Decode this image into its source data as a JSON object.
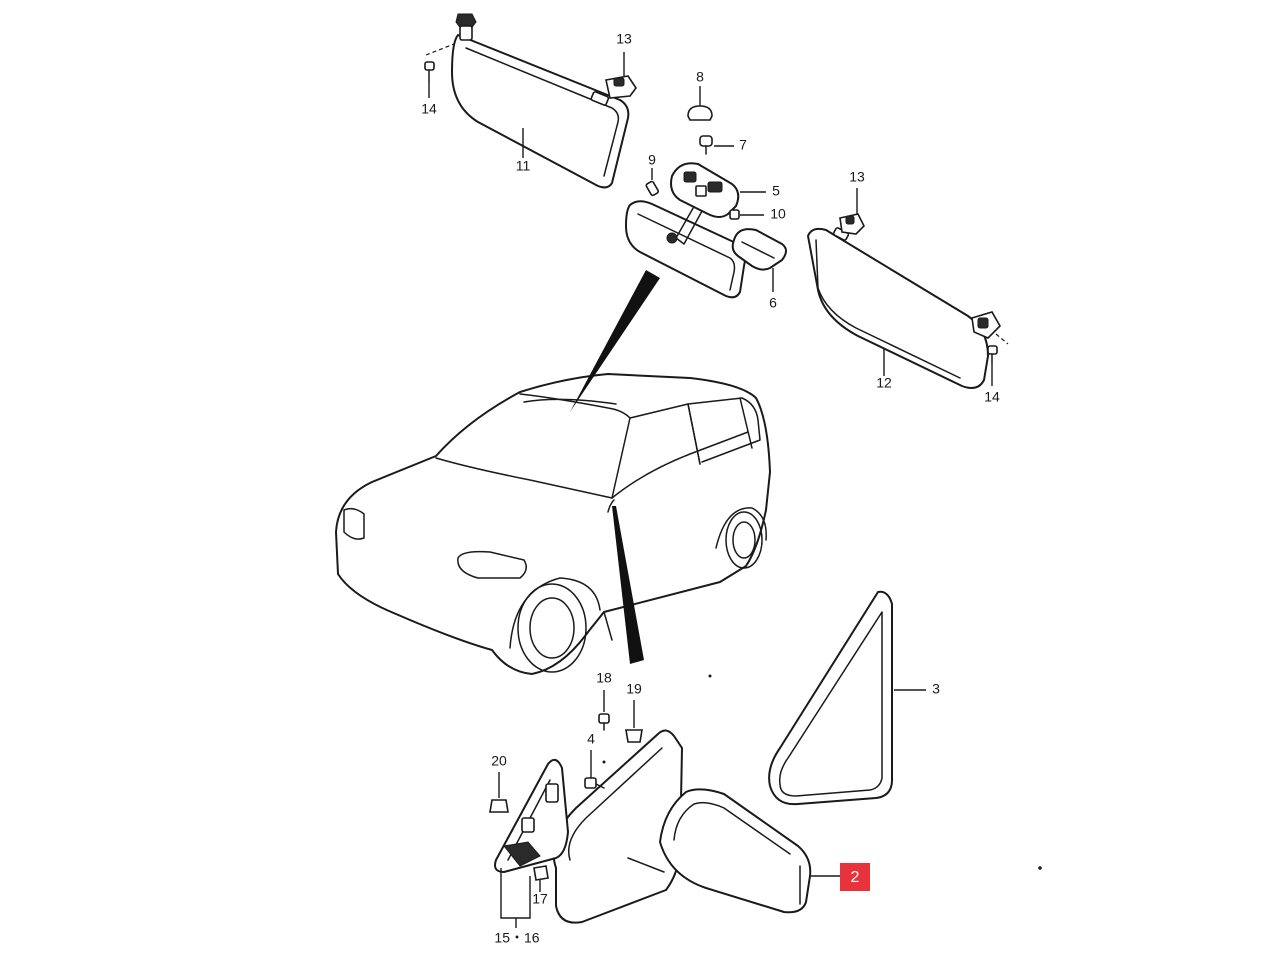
{
  "diagram": {
    "highlight_color": "#e8323c",
    "line_color": "#1a1a1a",
    "callouts": {
      "c13a": "13",
      "c8": "8",
      "c14a": "14",
      "c7": "7",
      "c9": "9",
      "c5": "5",
      "c11": "11",
      "c10": "10",
      "c13b": "13",
      "c6": "6",
      "c12": "12",
      "c14b": "14",
      "c18": "18",
      "c19": "19",
      "c3": "3",
      "c4": "4",
      "c20": "20",
      "c2": "2",
      "c17": "17",
      "c15_16": "15・16"
    }
  }
}
